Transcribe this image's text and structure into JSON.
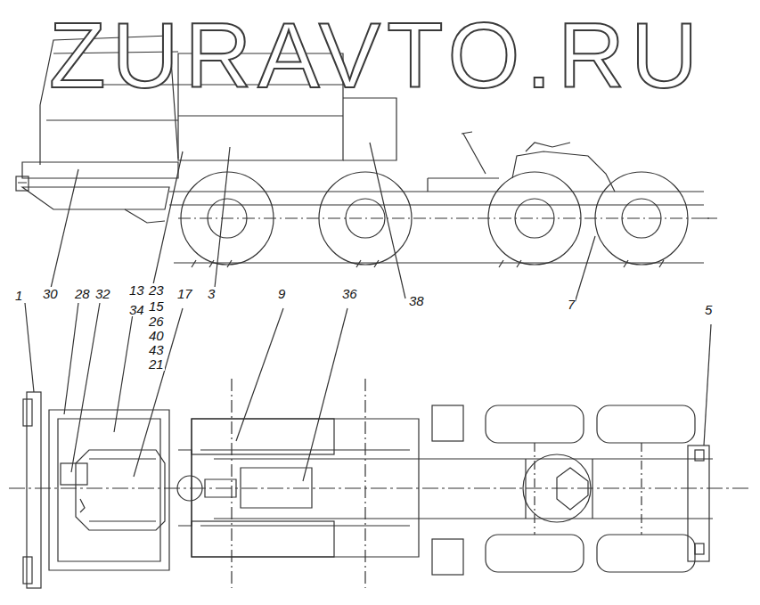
{
  "diagram": {
    "labels": [
      "ZURAVTO.RU",
      "30",
      "3",
      "38",
      "7",
      "1",
      "28",
      "32",
      "13",
      "34",
      "23",
      "15",
      "26",
      "40",
      "43",
      "21",
      "17",
      "9",
      "36",
      "5"
    ]
  }
}
